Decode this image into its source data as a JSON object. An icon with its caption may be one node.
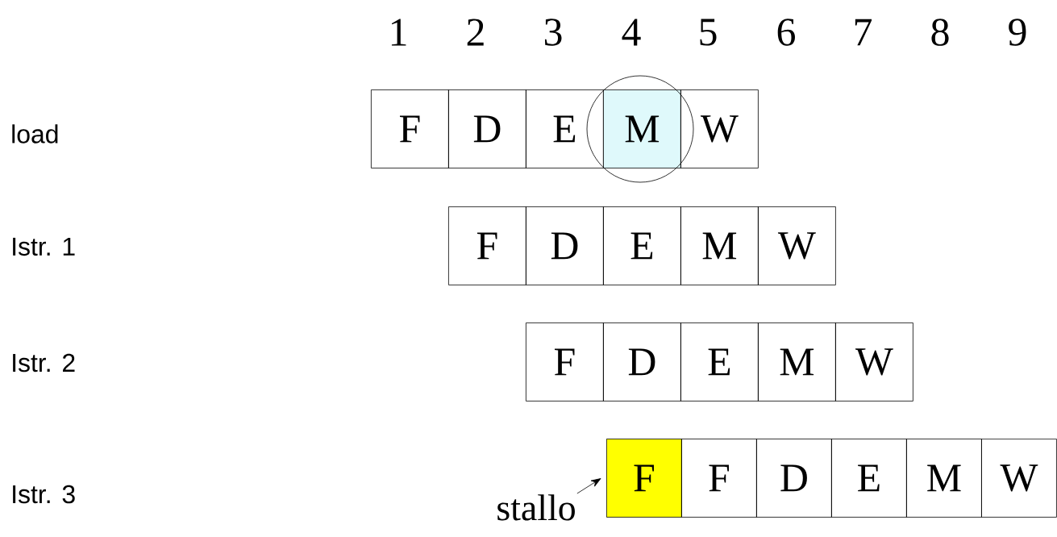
{
  "diagram": {
    "nodes": [
      {
        "text": [
          "F"
        ]
      },
      {
        "text": [
          "D"
        ]
      },
      {
        "text": [
          "E"
        ]
      },
      {
        "text": [
          "M"
        ]
      },
      {
        "text": [
          "W"
        ]
      },
      {
        "text": [
          "F"
        ]
      },
      {
        "text": [
          "D"
        ]
      },
      {
        "text": [
          "E"
        ]
      },
      {
        "text": [
          "M"
        ]
      },
      {
        "text": [
          "W"
        ]
      },
      {
        "text": [
          "F"
        ]
      },
      {
        "text": [
          "D"
        ]
      },
      {
        "text": [
          "E"
        ]
      },
      {
        "text": [
          "M"
        ]
      },
      {
        "text": [
          "W"
        ]
      },
      {
        "text": [
          "F"
        ]
      },
      {
        "text": [
          "F"
        ]
      },
      {
        "text": [
          "D"
        ]
      },
      {
        "text": [
          "E"
        ]
      },
      {
        "text": [
          "M"
        ]
      },
      {
        "text": [
          "W"
        ]
      },
      {
        "text": [
          "stallo"
        ]
      }
    ],
    "edges": [
      {
        "from": 21,
        "to": 15,
        "arrow": "to"
      }
    ],
    "labels": [
      "1",
      "2",
      "3",
      "4",
      "5",
      "6",
      "7",
      "8",
      "9",
      "load",
      "Istr. 1",
      "Istr. 2",
      "Istr. 3"
    ]
  }
}
